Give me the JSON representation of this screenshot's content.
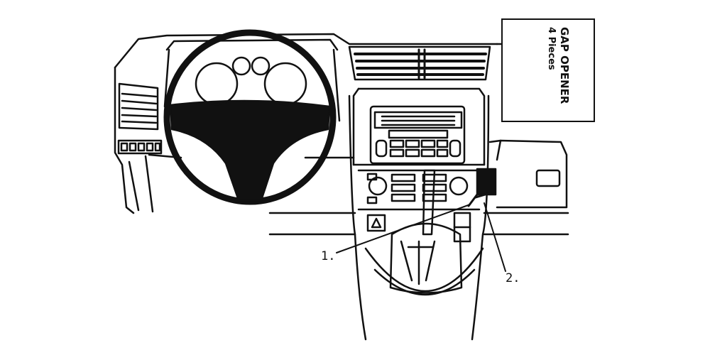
{
  "callouts": {
    "one": "1.",
    "two": "2."
  },
  "inset": {
    "line1": "GAP OPENER",
    "line2": "4 Pieces"
  },
  "colors": {
    "ink": "#111111",
    "paper": "#ffffff"
  }
}
